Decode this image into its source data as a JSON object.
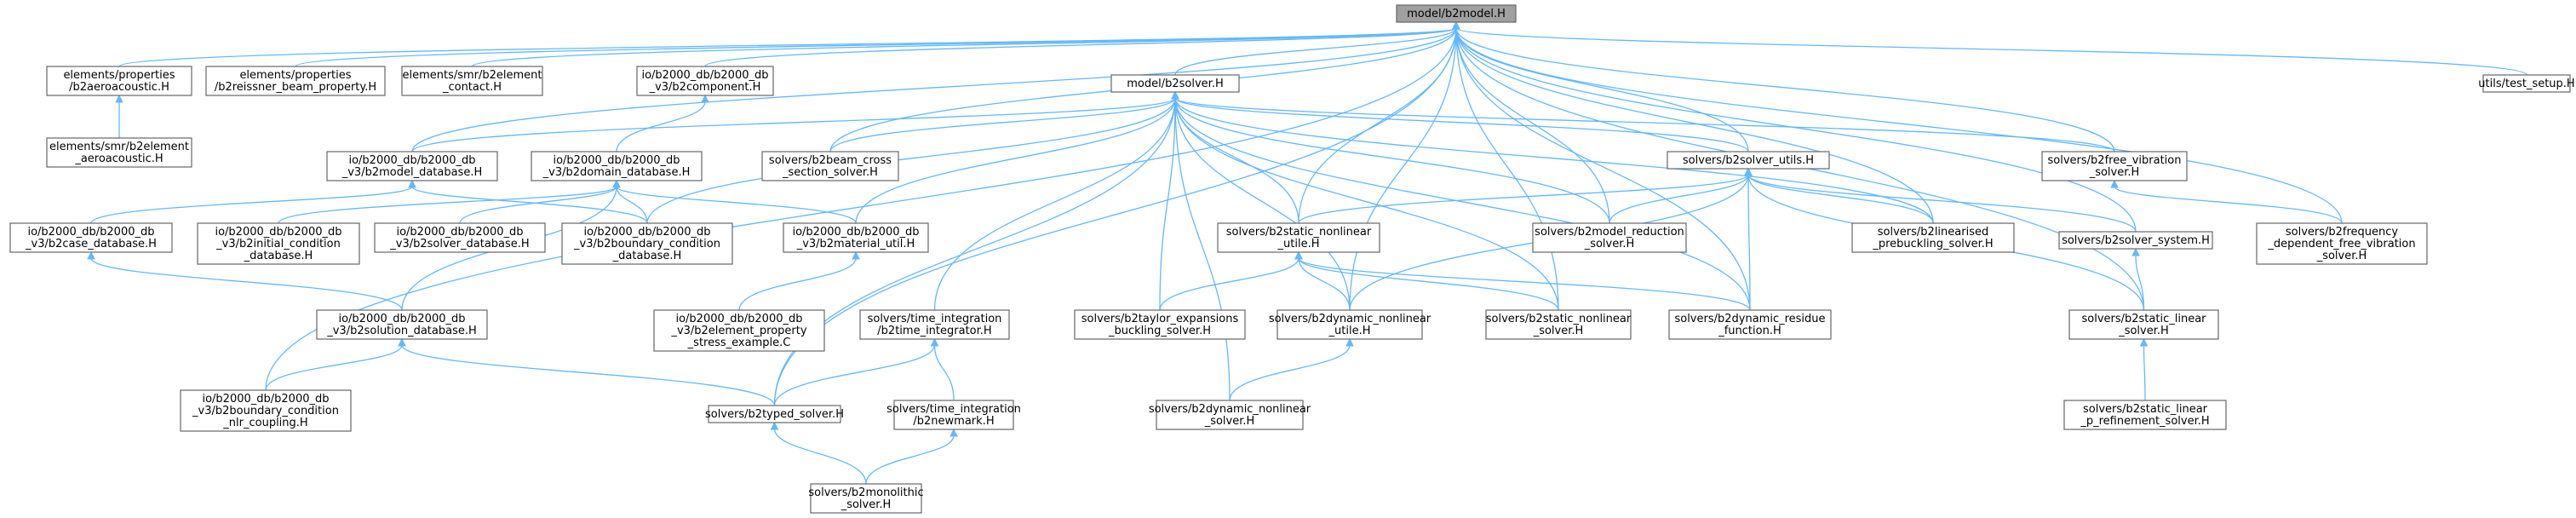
{
  "diagram": {
    "nodes": [
      {
        "id": "root",
        "lines": [
          "model/b2model.H"
        ]
      },
      {
        "id": "aero",
        "lines": [
          "elements/properties",
          "/b2aeroacoustic.H"
        ]
      },
      {
        "id": "reis",
        "lines": [
          "elements/properties",
          "/b2reissner_beam_property.H"
        ]
      },
      {
        "id": "smrcontact",
        "lines": [
          "elements/smr/b2element",
          "_contact.H"
        ]
      },
      {
        "id": "comp",
        "lines": [
          "io/b2000_db/b2000_db",
          "_v3/b2component.H"
        ]
      },
      {
        "id": "solver",
        "lines": [
          "model/b2solver.H"
        ]
      },
      {
        "id": "testsetup",
        "lines": [
          "utils/test_setup.H"
        ]
      },
      {
        "id": "smraero",
        "lines": [
          "elements/smr/b2element",
          "_aeroacoustic.H"
        ]
      },
      {
        "id": "modeldb",
        "lines": [
          "io/b2000_db/b2000_db",
          "_v3/b2model_database.H"
        ]
      },
      {
        "id": "domaindb",
        "lines": [
          "io/b2000_db/b2000_db",
          "_v3/b2domain_database.H"
        ]
      },
      {
        "id": "beamcross",
        "lines": [
          "solvers/b2beam_cross",
          "_section_solver.H"
        ]
      },
      {
        "id": "solverutils",
        "lines": [
          "solvers/b2solver_utils.H"
        ]
      },
      {
        "id": "freevib",
        "lines": [
          "solvers/b2free_vibration",
          "_solver.H"
        ]
      },
      {
        "id": "casedb",
        "lines": [
          "io/b2000_db/b2000_db",
          "_v3/b2case_database.H"
        ]
      },
      {
        "id": "initcond",
        "lines": [
          "io/b2000_db/b2000_db",
          "_v3/b2initial_condition",
          "_database.H"
        ]
      },
      {
        "id": "solverdb",
        "lines": [
          "io/b2000_db/b2000_db",
          "_v3/b2solver_database.H"
        ]
      },
      {
        "id": "bconddb",
        "lines": [
          "io/b2000_db/b2000_db",
          "_v3/b2boundary_condition",
          "_database.H"
        ]
      },
      {
        "id": "matutil",
        "lines": [
          "io/b2000_db/b2000_db",
          "_v3/b2material_util.H"
        ]
      },
      {
        "id": "staticnlu",
        "lines": [
          "solvers/b2static_nonlinear",
          "_utile.H"
        ]
      },
      {
        "id": "modelred",
        "lines": [
          "solvers/b2model_reduction",
          "_solver.H"
        ]
      },
      {
        "id": "linprebuck",
        "lines": [
          "solvers/b2linearised",
          "_prebuckling_solver.H"
        ]
      },
      {
        "id": "solvsys",
        "lines": [
          "solvers/b2solver_system.H"
        ]
      },
      {
        "id": "freqdep",
        "lines": [
          "solvers/b2frequency",
          "_dependent_free_vibration",
          "_solver.H"
        ]
      },
      {
        "id": "solutiondb",
        "lines": [
          "io/b2000_db/b2000_db",
          "_v3/b2solution_database.H"
        ]
      },
      {
        "id": "elemprop",
        "lines": [
          "io/b2000_db/b2000_db",
          "_v3/b2element_property",
          "_stress_example.C"
        ]
      },
      {
        "id": "timeint",
        "lines": [
          "solvers/time_integration",
          "/b2time_integrator.H"
        ]
      },
      {
        "id": "taylor",
        "lines": [
          "solvers/b2taylor_expansions",
          "_buckling_solver.H"
        ]
      },
      {
        "id": "dynnlu",
        "lines": [
          "solvers/b2dynamic_nonlinear",
          "_utile.H"
        ]
      },
      {
        "id": "staticnls",
        "lines": [
          "solvers/b2static_nonlinear",
          "_solver.H"
        ]
      },
      {
        "id": "dynres",
        "lines": [
          "solvers/b2dynamic_residue",
          "_function.H"
        ]
      },
      {
        "id": "staticlin",
        "lines": [
          "solvers/b2static_linear",
          "_solver.H"
        ]
      },
      {
        "id": "bcondnlr",
        "lines": [
          "io/b2000_db/b2000_db",
          "_v3/b2boundary_condition",
          "_nlr_coupling.H"
        ]
      },
      {
        "id": "typed",
        "lines": [
          "solvers/b2typed_solver.H"
        ]
      },
      {
        "id": "newmark",
        "lines": [
          "solvers/time_integration",
          "/b2newmark.H"
        ]
      },
      {
        "id": "dynnls",
        "lines": [
          "solvers/b2dynamic_nonlinear",
          "_solver.H"
        ]
      },
      {
        "id": "staticlinp",
        "lines": [
          "solvers/b2static_linear",
          "_p_refinement_solver.H"
        ]
      },
      {
        "id": "monolithic",
        "lines": [
          "solvers/b2monolithic",
          "_solver.H"
        ]
      }
    ],
    "edges": [
      [
        "aero",
        "root"
      ],
      [
        "reis",
        "root"
      ],
      [
        "smrcontact",
        "root"
      ],
      [
        "comp",
        "root"
      ],
      [
        "solver",
        "root"
      ],
      [
        "testsetup",
        "root"
      ],
      [
        "smraero",
        "aero"
      ],
      [
        "modeldb",
        "root"
      ],
      [
        "beamcross",
        "root"
      ],
      [
        "solverutils",
        "root"
      ],
      [
        "freevib",
        "root"
      ],
      [
        "freqdep",
        "root"
      ],
      [
        "modelred",
        "root"
      ],
      [
        "linprebuck",
        "root"
      ],
      [
        "solvsys",
        "root"
      ],
      [
        "staticlin",
        "root"
      ],
      [
        "staticnlu",
        "root"
      ],
      [
        "staticnls",
        "root"
      ],
      [
        "dynres",
        "root"
      ],
      [
        "typed",
        "root"
      ],
      [
        "dynnlu",
        "root"
      ],
      [
        "bcondnlr",
        "root"
      ],
      [
        "domaindb",
        "comp"
      ],
      [
        "modeldb",
        "solver"
      ],
      [
        "beamcross",
        "solver"
      ],
      [
        "solverutils",
        "solver"
      ],
      [
        "freevib",
        "solver"
      ],
      [
        "bconddb",
        "solver"
      ],
      [
        "matutil",
        "solver"
      ],
      [
        "staticnlu",
        "solver"
      ],
      [
        "modelred",
        "solver"
      ],
      [
        "linprebuck",
        "solver"
      ],
      [
        "taylor",
        "solver"
      ],
      [
        "dynnlu",
        "solver"
      ],
      [
        "staticnls",
        "solver"
      ],
      [
        "dynres",
        "solver"
      ],
      [
        "timeint",
        "solver"
      ],
      [
        "dynnls",
        "solver"
      ],
      [
        "typed",
        "solver"
      ],
      [
        "casedb",
        "modeldb"
      ],
      [
        "bconddb",
        "modeldb"
      ],
      [
        "initcond",
        "domaindb"
      ],
      [
        "solverdb",
        "domaindb"
      ],
      [
        "bconddb",
        "domaindb"
      ],
      [
        "matutil",
        "domaindb"
      ],
      [
        "solutiondb",
        "domaindb"
      ],
      [
        "staticnlu",
        "solverutils"
      ],
      [
        "modelred",
        "solverutils"
      ],
      [
        "linprebuck",
        "solverutils"
      ],
      [
        "solvsys",
        "solverutils"
      ],
      [
        "staticlin",
        "solverutils"
      ],
      [
        "dynnlu",
        "solverutils"
      ],
      [
        "dynres",
        "solverutils"
      ],
      [
        "freqdep",
        "freevib"
      ],
      [
        "solutiondb",
        "casedb"
      ],
      [
        "elemprop",
        "matutil"
      ],
      [
        "taylor",
        "staticnlu"
      ],
      [
        "dynnlu",
        "staticnlu"
      ],
      [
        "staticnls",
        "staticnlu"
      ],
      [
        "dynres",
        "staticnlu"
      ],
      [
        "staticlin",
        "solvsys"
      ],
      [
        "bcondnlr",
        "solutiondb"
      ],
      [
        "typed",
        "solutiondb"
      ],
      [
        "typed",
        "timeint"
      ],
      [
        "newmark",
        "timeint"
      ],
      [
        "dynnls",
        "dynnlu"
      ],
      [
        "staticlinp",
        "staticlin"
      ],
      [
        "monolithic",
        "typed"
      ],
      [
        "monolithic",
        "newmark"
      ]
    ]
  }
}
